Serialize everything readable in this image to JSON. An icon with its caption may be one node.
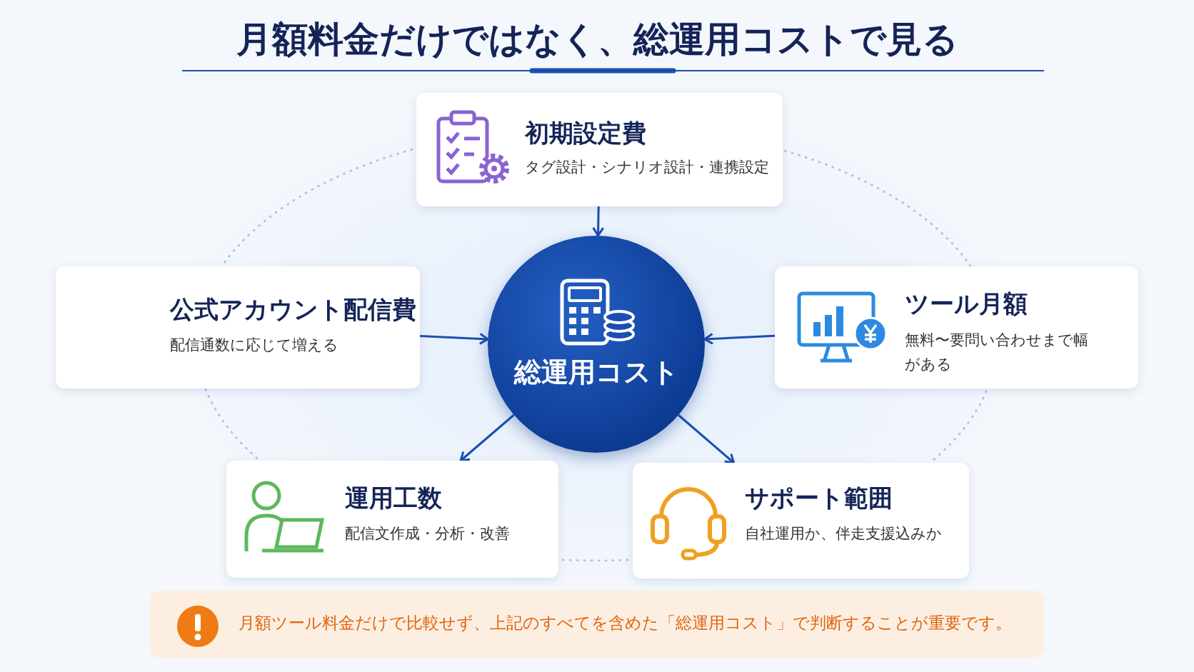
{
  "diagram": {
    "title": "月額料金だけではなく、総運用コストで見る",
    "nodes": [
      {
        "text": [
          "初期設定費",
          "タグ設計・シナリオ設計・連携設定"
        ]
      },
      {
        "text": [
          "公式アカウント配信費",
          "配信通数に応じて増える"
        ]
      },
      {
        "text": [
          "ツール月額",
          "無料〜要問い合わせまで幅がある"
        ]
      },
      {
        "text": [
          "総運用コスト"
        ]
      },
      {
        "text": [
          "運用工数",
          "配信文作成・分析・改善"
        ]
      },
      {
        "text": [
          "サポート範囲",
          "自社運用か、伴走支援込みか"
        ]
      },
      {
        "text": [
          "月額ツール料金だけで比較せず、上記のすべてを含めた「総運用コスト」で判断することが重要です。"
        ]
      }
    ],
    "edges": [
      {
        "from": 0,
        "to": 3,
        "arrow": "to"
      },
      {
        "from": 1,
        "to": 3,
        "arrow": "to"
      },
      {
        "from": 2,
        "to": 3,
        "arrow": "to"
      },
      {
        "from": 3,
        "to": 4,
        "arrow": "to"
      },
      {
        "from": 3,
        "to": 5,
        "arrow": "to"
      }
    ]
  }
}
